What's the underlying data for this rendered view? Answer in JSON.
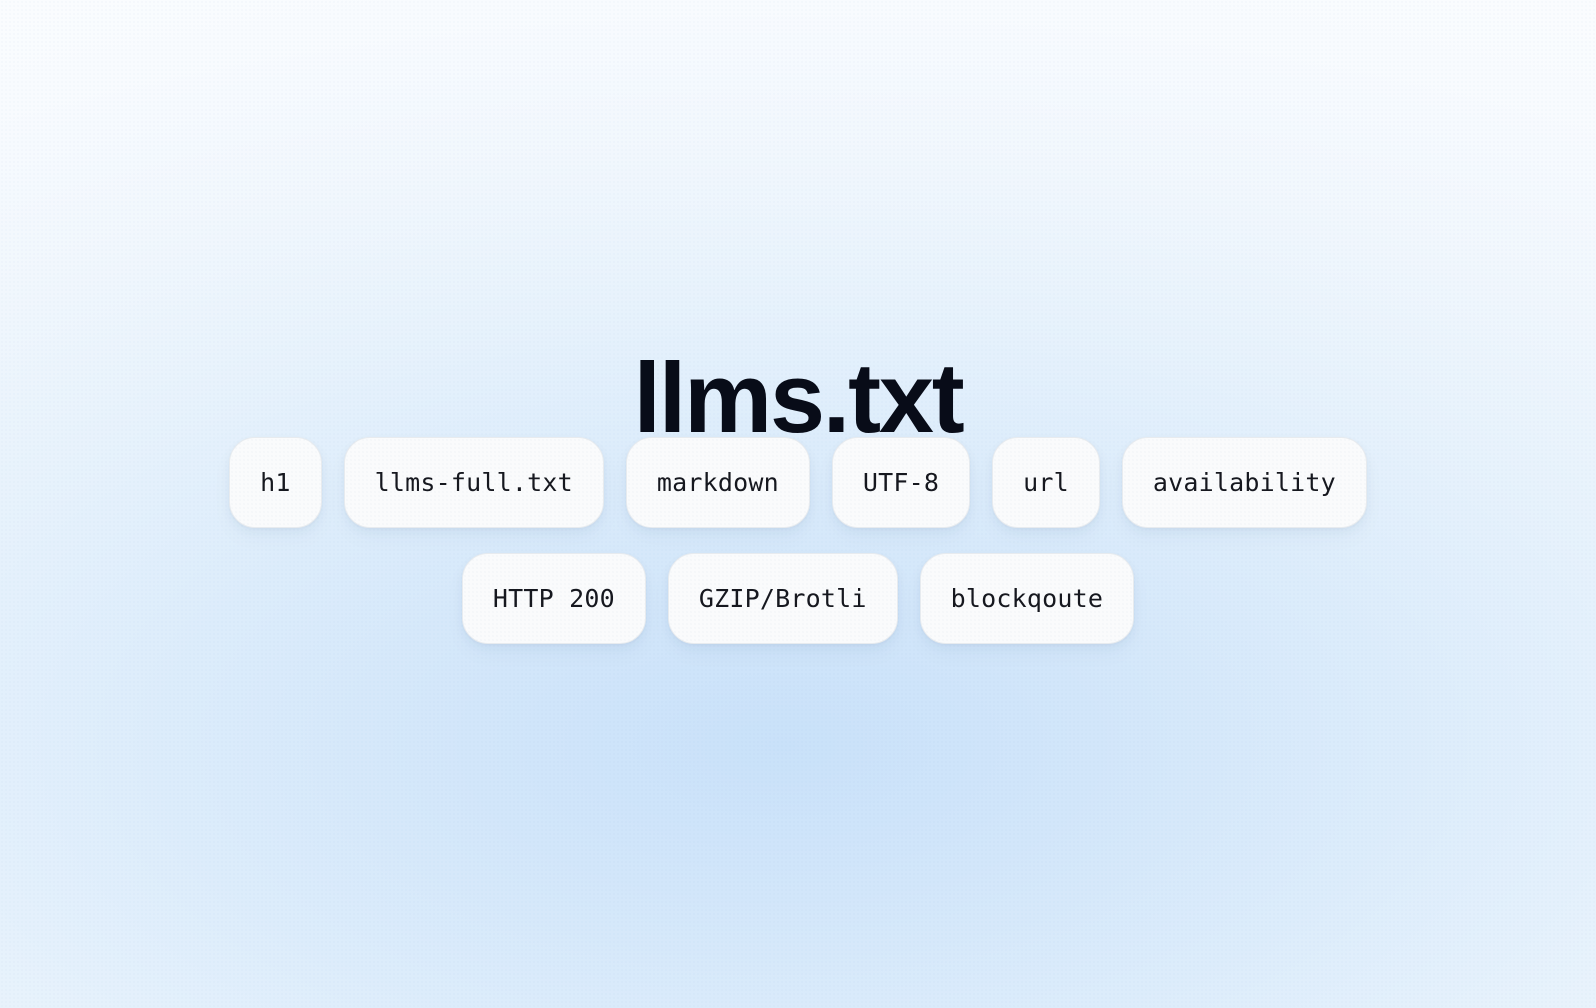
{
  "page": {
    "title": "llms.txt",
    "background": {
      "glow_center_color": "#cfe3f8",
      "edge_color": "#fbfcfe"
    },
    "title_color": "#080c18"
  },
  "tags": {
    "pill_background": "#fafbfc",
    "pill_border": "#e7ebef",
    "pill_text_color": "#16181f",
    "rows": [
      {
        "items": [
          {
            "label": "h1"
          },
          {
            "label": "llms-full.txt"
          },
          {
            "label": "markdown"
          },
          {
            "label": "UTF-8"
          },
          {
            "label": "url"
          },
          {
            "label": "availability"
          }
        ]
      },
      {
        "items": [
          {
            "label": "HTTP 200"
          },
          {
            "label": "GZIP/Brotli"
          },
          {
            "label": "blockqoute"
          }
        ]
      }
    ]
  }
}
